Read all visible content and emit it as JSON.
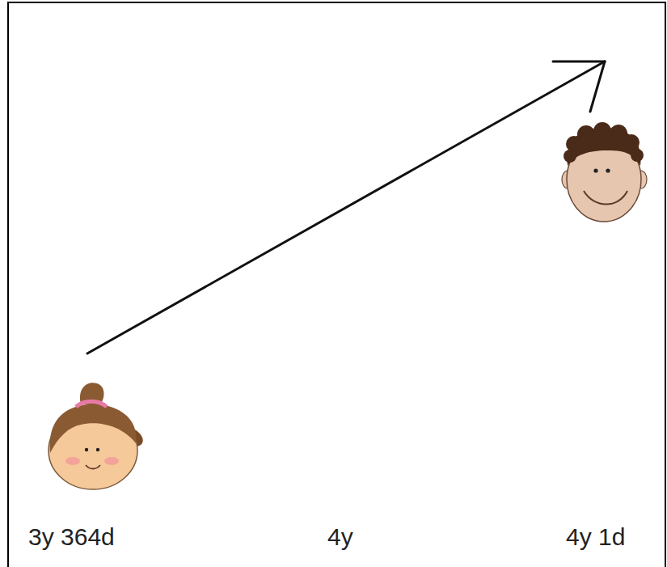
{
  "diagram": {
    "labels": [
      "3y 364d",
      "4y",
      "4y 1d"
    ]
  }
}
